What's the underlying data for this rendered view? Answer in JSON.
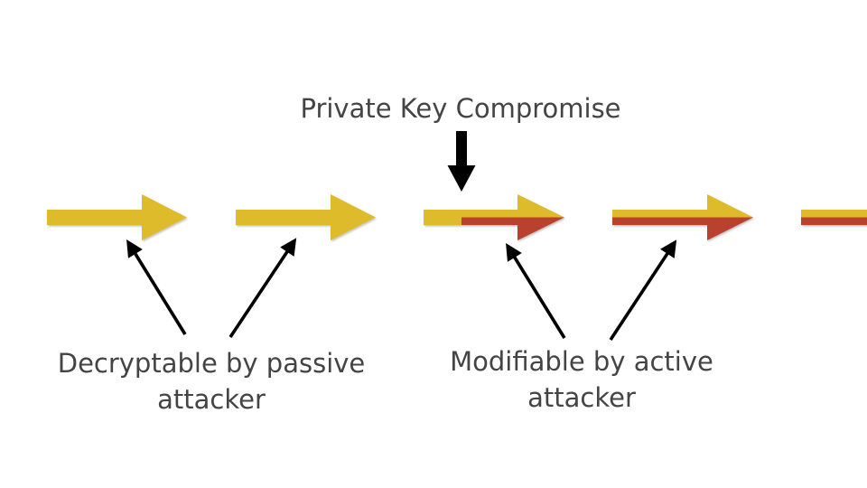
{
  "colors": {
    "plaintext_yellow": "#DDBB2A",
    "tampered_red": "#B9432E",
    "pointer_black": "#000000",
    "text_gray": "#444444",
    "background": "#FFFFFF"
  },
  "labels": {
    "compromise": "Private Key Compromise",
    "passive_line1": "Decryptable by passive",
    "passive_line2": "attacker",
    "active_line1": "Modifiable by active",
    "active_line2": "attacker"
  },
  "timeline": {
    "messages": [
      {
        "id": 1,
        "state": "decryptable"
      },
      {
        "id": 2,
        "state": "decryptable"
      },
      {
        "id": 3,
        "state": "compromise-point"
      },
      {
        "id": 4,
        "state": "modifiable"
      },
      {
        "id": 5,
        "state": "modifiable",
        "partial": true
      }
    ]
  },
  "icons": {
    "compromise_marker": "down-arrow-icon",
    "pointer": "pointer-arrow-icon"
  }
}
